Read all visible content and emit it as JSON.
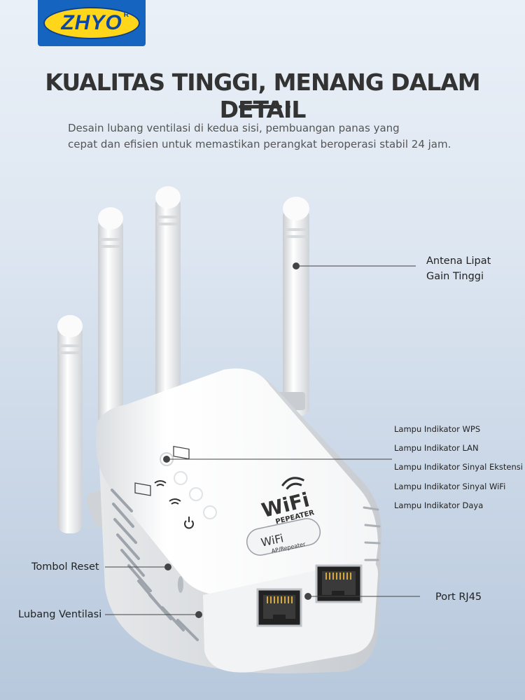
{
  "brand": {
    "logo_text": "ZHYO",
    "logo_mark": "R",
    "logo_bg": "#1565c0",
    "logo_oval": "#ffd61a"
  },
  "header": {
    "title": "KUALITAS TINGGI, MENANG DALAM DETAIL",
    "description_line1": "Desain lubang ventilasi di kedua sisi, pembuangan panas yang",
    "description_line2": "cepat dan efisien untuk memastikan perangkat beroperasi stabil 24 jam."
  },
  "device": {
    "badge_main": "WiFi",
    "badge_sub": "PEPEATER",
    "panel_main": "WiFi",
    "panel_sub": "AP/Repeater",
    "led_icon_wps": "monitor-icon",
    "led_icon_lan": "monitor-icon",
    "led_icon_ext": "wifi-icon",
    "led_icon_wifi": "wifi-icon",
    "led_icon_power": "power-icon"
  },
  "callouts": {
    "antenna_line1": "Antena Lipat",
    "antenna_line2": "Gain Tinggi",
    "led_wps": "Lampu Indikator WPS",
    "led_lan": "Lampu Indikator LAN",
    "led_ext": "Lampu Indikator Sinyal Ekstensi",
    "led_wifi": "Lampu Indikator Sinyal WiFi",
    "led_power": "Lampu Indikator Daya",
    "reset": "Tombol Reset",
    "vent": "Lubang Ventilasi",
    "rj45": "Port RJ45"
  }
}
